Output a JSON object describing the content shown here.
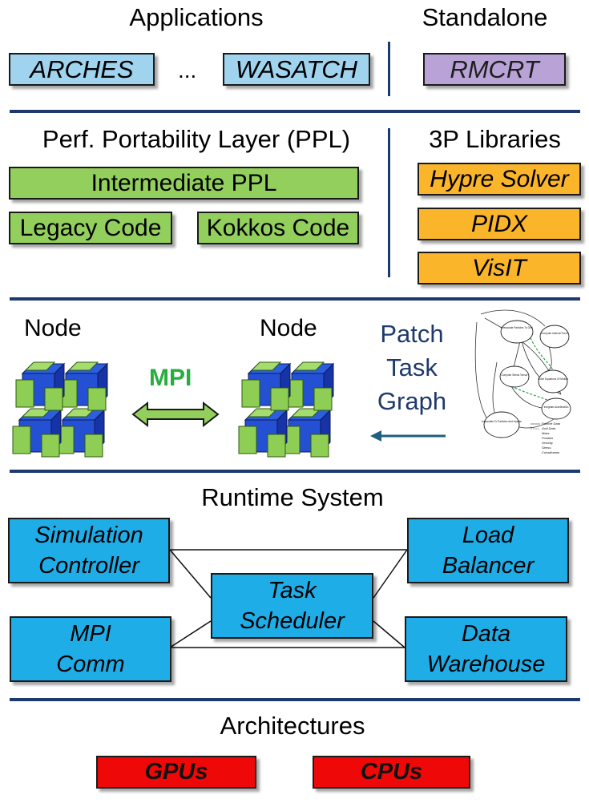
{
  "applications": {
    "title": "Applications",
    "items": [
      "ARCHES",
      "WASATCH"
    ],
    "ellipsis": "..."
  },
  "standalone": {
    "title": "Standalone",
    "items": [
      "RMCRT"
    ]
  },
  "ppl": {
    "title": "Perf. Portability Layer (PPL)",
    "intermediate": "Intermediate PPL",
    "legacy": "Legacy Code",
    "kokkos": "Kokkos Code"
  },
  "libraries": {
    "title": "3P Libraries",
    "items": [
      "Hypre Solver",
      "PIDX",
      "VisIT"
    ]
  },
  "nodes": {
    "left_label": "Node",
    "right_label": "Node",
    "link_label": "MPI",
    "patch_task_graph": [
      "Patch",
      "Task",
      "Graph"
    ],
    "graph_nodes": [
      "Interpolate Particles To Grid",
      "Compute Internal Force",
      "Compute Stress Tensor",
      "Solve Equations Of Motion",
      "Integrate Acceleration",
      "Interpolate To Particles And Update"
    ],
    "graph_legend": [
      "Particle Data",
      "Grid Data",
      "Mass",
      "Position",
      "Velocity",
      "Stress",
      "Constituents"
    ]
  },
  "runtime": {
    "title": "Runtime System",
    "simulation_controller": [
      "Simulation",
      "Controller"
    ],
    "load_balancer": [
      "Load",
      "Balancer"
    ],
    "task_scheduler": [
      "Task",
      "Scheduler"
    ],
    "mpi_comm": [
      "MPI",
      "Comm"
    ],
    "data_warehouse": [
      "Data",
      "Warehouse"
    ]
  },
  "architectures": {
    "title": "Architectures",
    "items": [
      "GPUs",
      "CPUs"
    ]
  },
  "colors": {
    "divider": "#1c3a6e",
    "app_blue": "#9fd3ee",
    "standalone_purple": "#b9a3d6",
    "ppl_green": "#93cf5c",
    "library_orange": "#fbb52a",
    "runtime_blue": "#1fade8",
    "arch_red": "#ee0808",
    "mpi_green": "#27ae3e",
    "cube_blue": "#2450d4",
    "cube_green": "#8fce55"
  }
}
